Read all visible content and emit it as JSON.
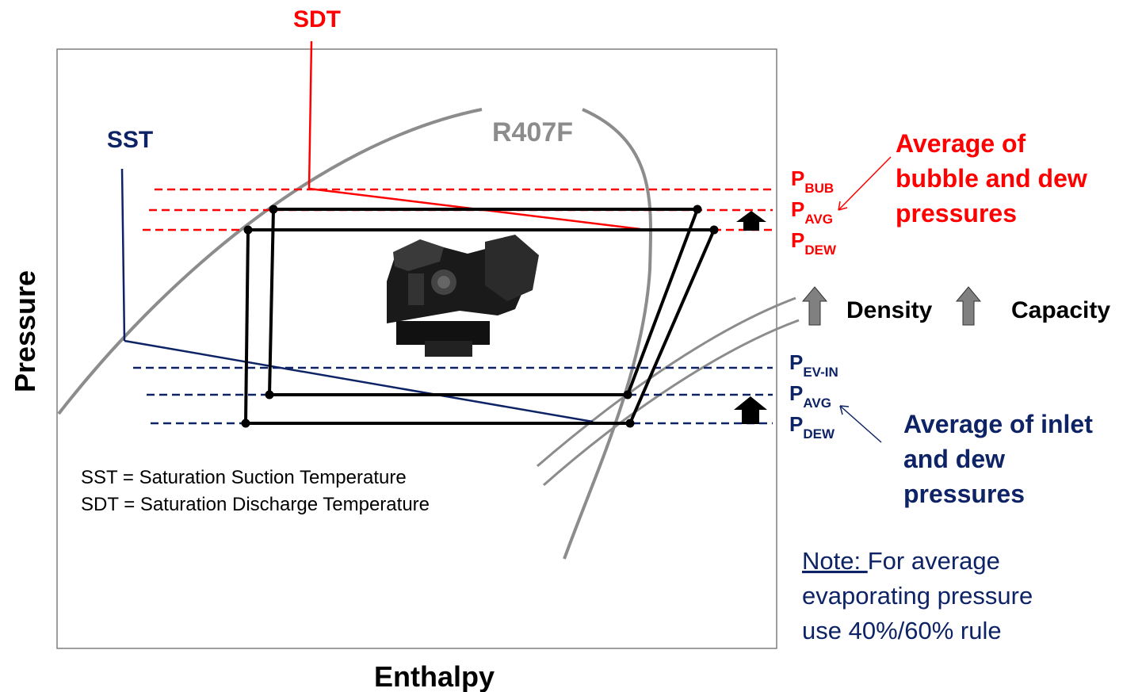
{
  "axes": {
    "x_label": "Enthalpy",
    "y_label": "Pressure"
  },
  "refrigerant": "R407F",
  "labels": {
    "sdt": "SDT",
    "sst": "SST"
  },
  "discharge_side": {
    "p": "P",
    "bub_sub": "BUB",
    "avg_sub": "AVG",
    "dew_sub": "DEW",
    "note_line1": "Average of",
    "note_line2": "bubble and dew",
    "note_line3": "pressures"
  },
  "suction_side": {
    "p": "P",
    "evin_sub": "EV-IN",
    "avg_sub": "AVG",
    "dew_sub": "DEW",
    "note_line1": "Average of inlet",
    "note_line2": "and dew",
    "note_line3": "pressures"
  },
  "effect": {
    "density": "Density",
    "capacity": "Capacity"
  },
  "legend": {
    "sst_def": "SST = Saturation Suction Temperature",
    "sdt_def": "SDT = Saturation Discharge Temperature"
  },
  "note": {
    "prefix": "Note: ",
    "line1": "For average",
    "line2": "evaporating pressure",
    "line3": "use 40%/60% rule"
  },
  "colors": {
    "red": "#ff0000",
    "navy": "#0d2366",
    "gray": "#8c8c8c",
    "black": "#000000",
    "arrow_gray": "#808080"
  }
}
